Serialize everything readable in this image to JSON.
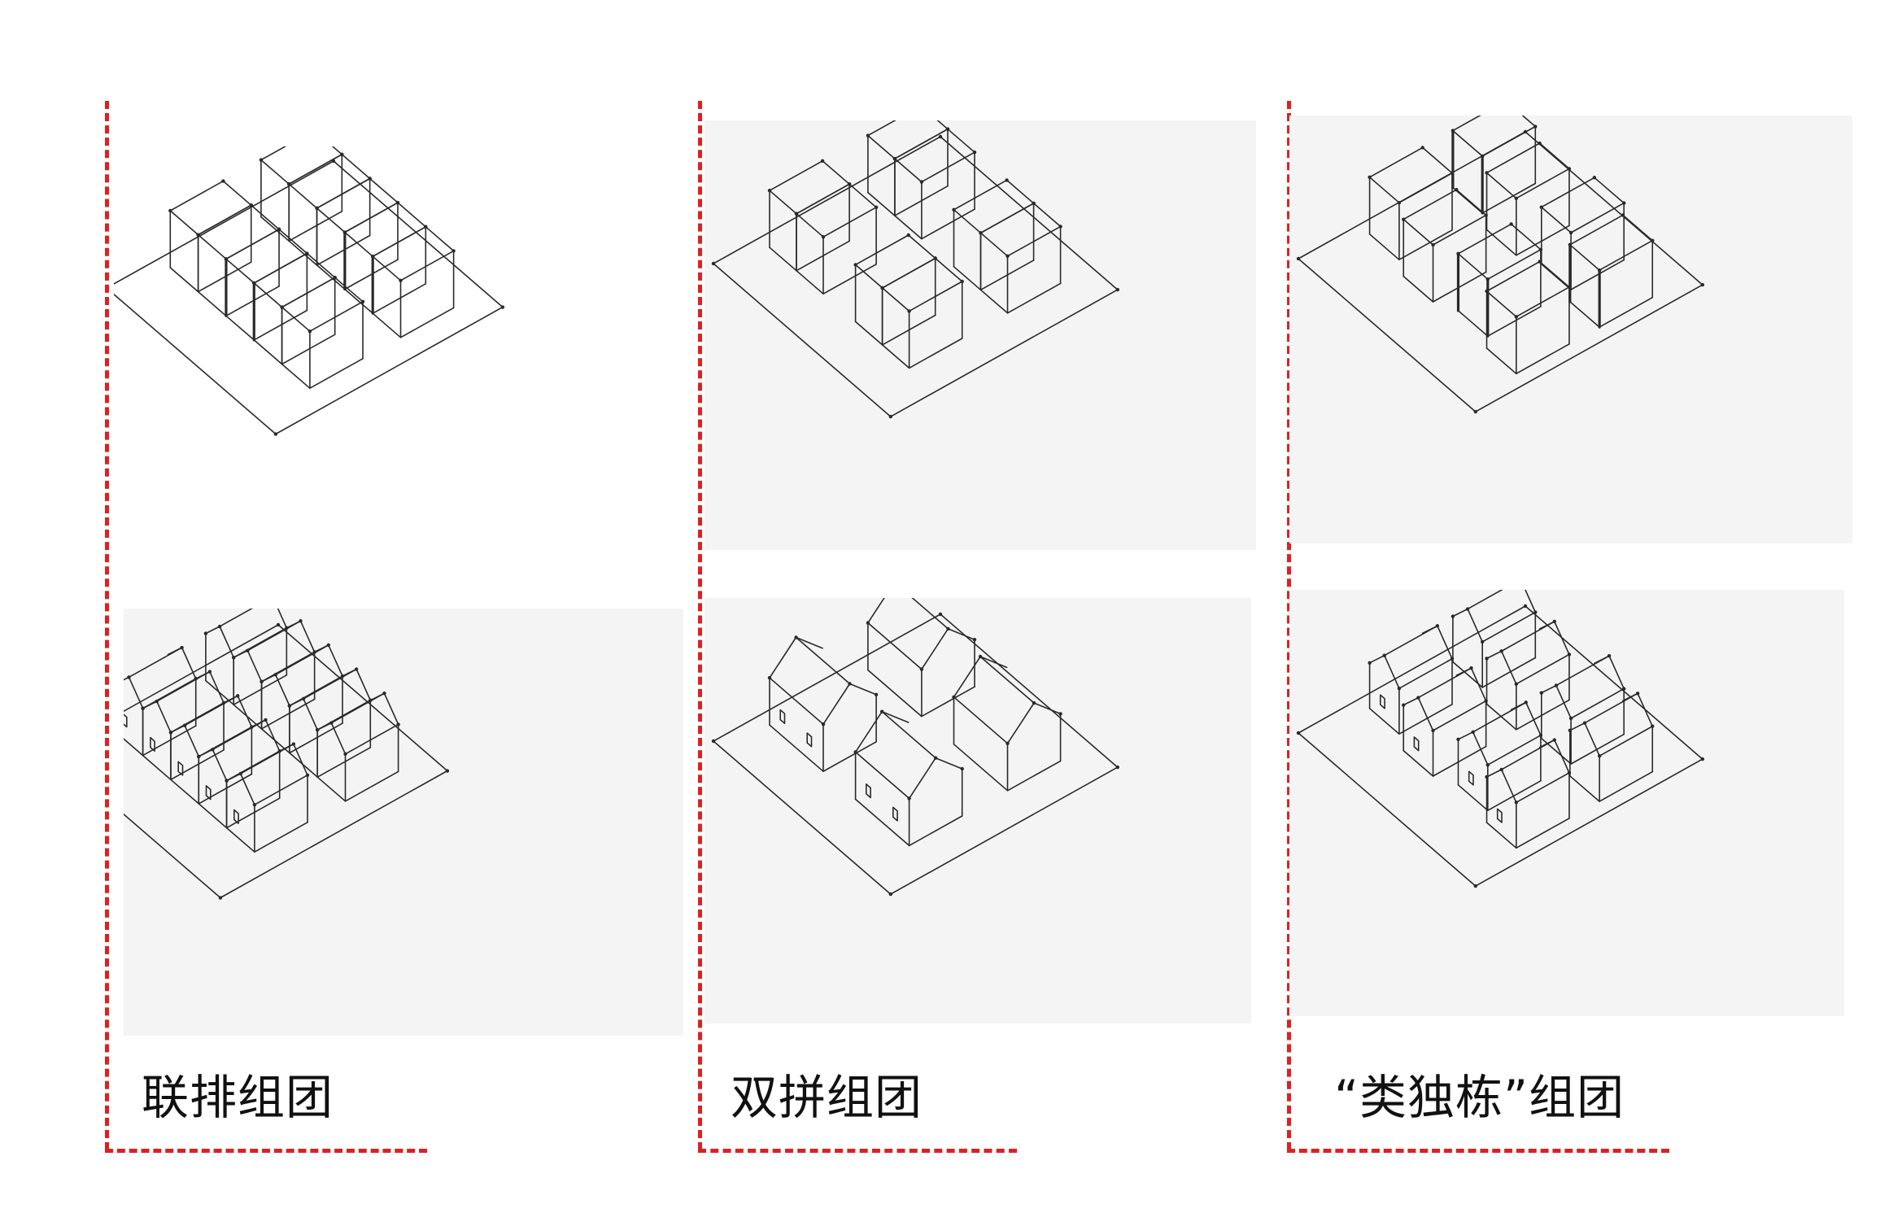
{
  "groups": [
    {
      "id": "row",
      "label": "联排组团"
    },
    {
      "id": "semi",
      "label": "双拼组团"
    },
    {
      "id": "detached",
      "label": "“类独栋”组团"
    }
  ],
  "colors": {
    "bracket": "#e02020",
    "panel": "#f4f4f4",
    "line": "#2a2a2a"
  },
  "panels": [
    {
      "group": "row",
      "view": "massing"
    },
    {
      "group": "row",
      "view": "gabled"
    },
    {
      "group": "semi",
      "view": "massing"
    },
    {
      "group": "semi",
      "view": "gabled"
    },
    {
      "group": "detached",
      "view": "massing"
    },
    {
      "group": "detached",
      "view": "gabled"
    }
  ]
}
